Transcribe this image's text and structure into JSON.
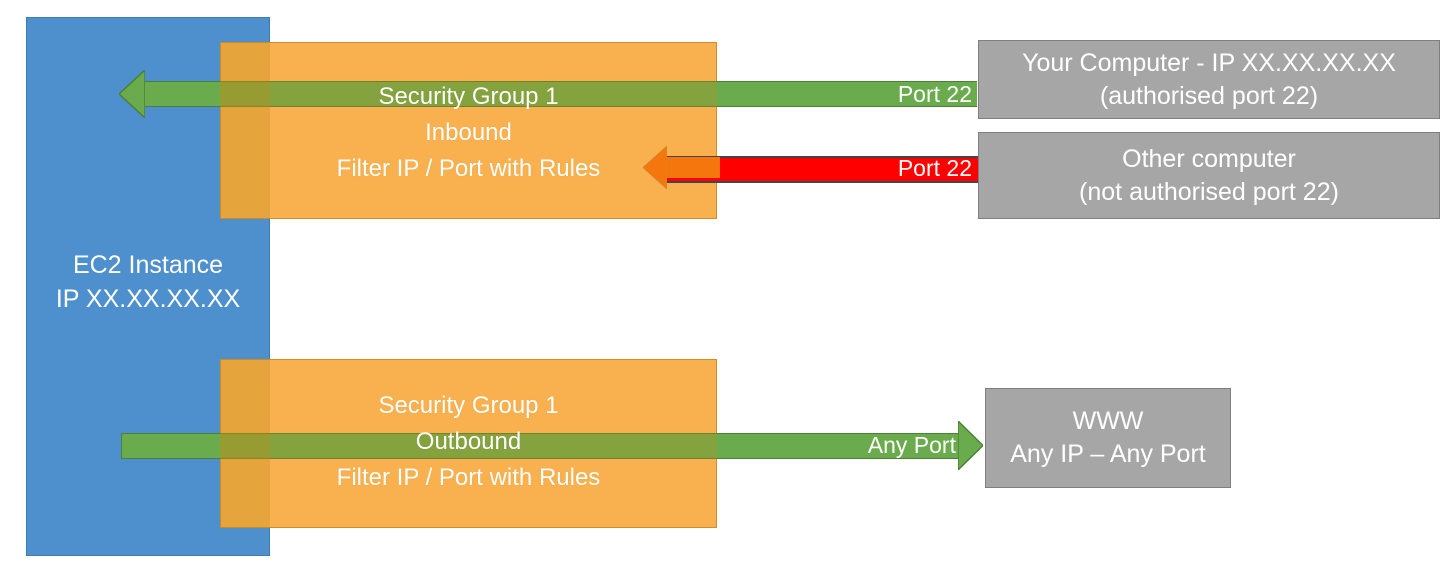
{
  "diagram": {
    "title": "AWS EC2 Security Group inbound and outbound traffic filtering",
    "colors": {
      "ec2_blue": "#4E8FCD",
      "security_group_orange": "#F8AF49",
      "allowed_green": "#6AAB4D",
      "blocked_red": "#FF0000",
      "blocked_arrow_orange": "#F4760C",
      "endpoint_gray": "#A6A6A6",
      "text_white": "#FFFFFF"
    }
  },
  "ec2": {
    "label": "EC2 Instance\nIP XX.XX.XX.XX"
  },
  "security_groups": {
    "inbound": {
      "name": "Security Group 1",
      "direction": "Inbound",
      "rule": "Filter IP / Port with Rules",
      "text": "Security Group 1\nInbound\nFilter IP / Port with Rules"
    },
    "outbound": {
      "name": "Security Group 1",
      "direction": "Outbound",
      "rule": "Filter IP / Port with Rules",
      "text": "Security Group 1\nOutbound\nFilter IP / Port with Rules"
    }
  },
  "connections": [
    {
      "id": "inbound-allowed",
      "port_label": "Port 22",
      "status": "allowed",
      "color": "#6AAB4D",
      "direction": "into-ec2"
    },
    {
      "id": "inbound-denied",
      "port_label": "Port 22",
      "status": "blocked",
      "color": "#FF0000",
      "direction": "into-ec2"
    },
    {
      "id": "outbound-allowed",
      "port_label": "Any Port",
      "status": "allowed",
      "color": "#6AAB4D",
      "direction": "out-of-ec2"
    }
  ],
  "endpoints": {
    "your_computer": {
      "text": "Your Computer - IP XX.XX.XX.XX\n(authorised port 22)"
    },
    "other_computer": {
      "text": "Other computer\n(not authorised port 22)"
    },
    "www": {
      "text": "WWW\nAny IP – Any Port"
    }
  }
}
